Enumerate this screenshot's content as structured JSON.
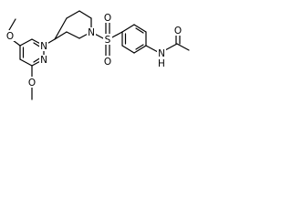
{
  "molecule": {
    "atoms": [
      {
        "id": "o_top",
        "label": "O"
      },
      {
        "id": "me_top",
        "label": ""
      },
      {
        "id": "o_bot",
        "label": "O"
      },
      {
        "id": "me_bot",
        "label": ""
      },
      {
        "id": "n_pyr1",
        "label": "N"
      },
      {
        "id": "n_pyr2",
        "label": "N"
      },
      {
        "id": "n_pip",
        "label": "N"
      },
      {
        "id": "s",
        "label": "S"
      },
      {
        "id": "o_s1",
        "label": "O"
      },
      {
        "id": "o_s2",
        "label": "O"
      },
      {
        "id": "n_amide",
        "label": "N"
      },
      {
        "id": "h_amide",
        "label": "H"
      },
      {
        "id": "o_amide",
        "label": "O"
      }
    ]
  }
}
